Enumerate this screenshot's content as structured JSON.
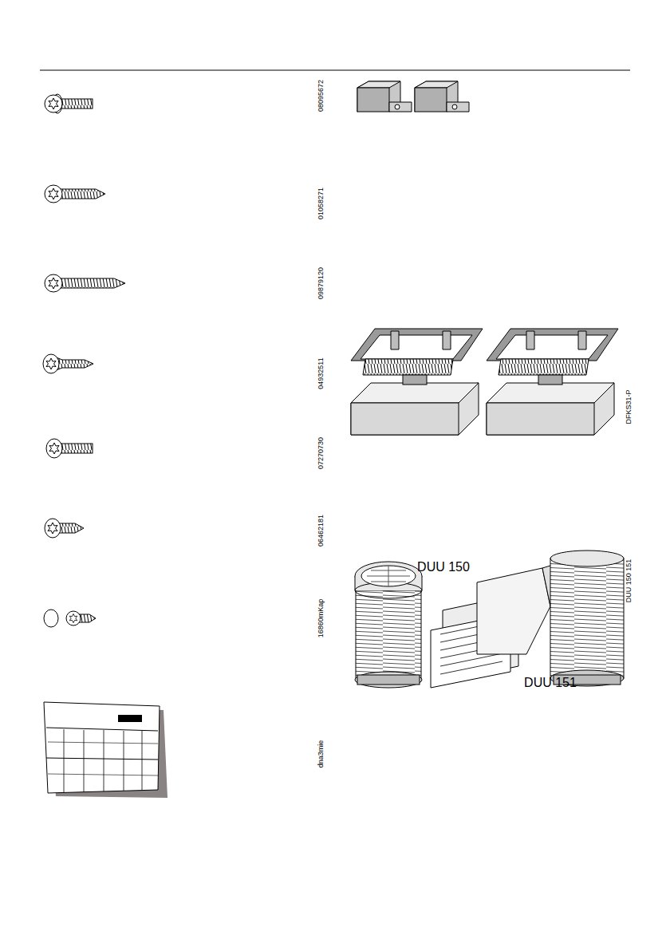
{
  "diagram": {
    "labels": [
      "08095672",
      "01058271",
      "09879120",
      "04932511",
      "07270730",
      "06462181",
      "16860mKap",
      "dna3mie",
      "DFKS31-P",
      "DUU 150",
      "DUU 151",
      "DUU 150 151"
    ]
  }
}
